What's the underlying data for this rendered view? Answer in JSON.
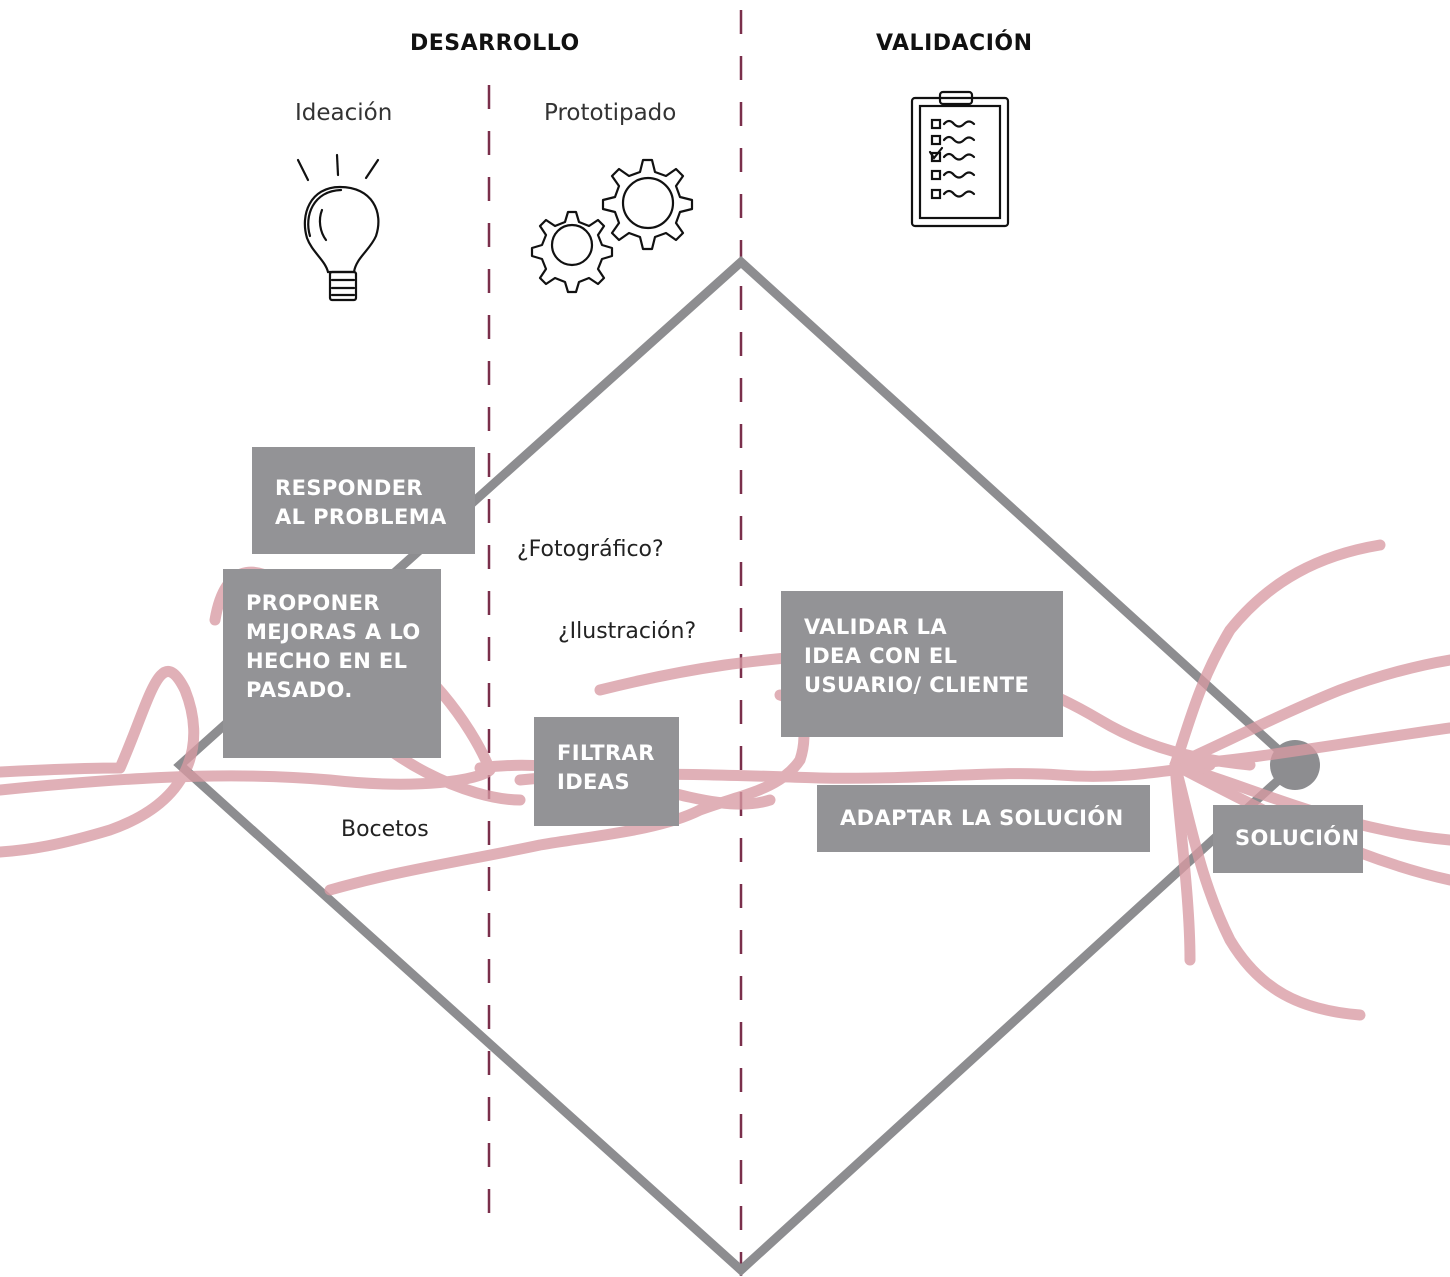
{
  "headings": {
    "development": "DESARROLLO",
    "validation": "VALIDACIÓN"
  },
  "phases": {
    "ideation": "Ideación",
    "prototyping": "Prototipado"
  },
  "notes": {
    "photographic": "¿Fotográfico?",
    "illustration": "¿Ilustración?",
    "sketches": "Bocetos"
  },
  "boxes": {
    "respond": "RESPONDER\nAL PROBLEMA",
    "propose": "PROPONER\nMEJORAS A LO\nHECHO EN EL\nPASADO.",
    "filter": "FILTRAR\nIDEAS",
    "validate": "VALIDAR LA\nIDEA CON EL\nUSUARIO/ CLIENTE",
    "adapt": "ADAPTAR LA SOLUCIÓN",
    "solution": "SOLUCIÓN"
  },
  "icons": {
    "ideation": "lightbulb-icon",
    "prototyping": "gears-icon",
    "validation": "clipboard-checklist-icon"
  },
  "colors": {
    "divider": "#7a2f4b",
    "diamond": "#8d8d90",
    "box": "#939396",
    "scribble": "#d89aa3"
  }
}
